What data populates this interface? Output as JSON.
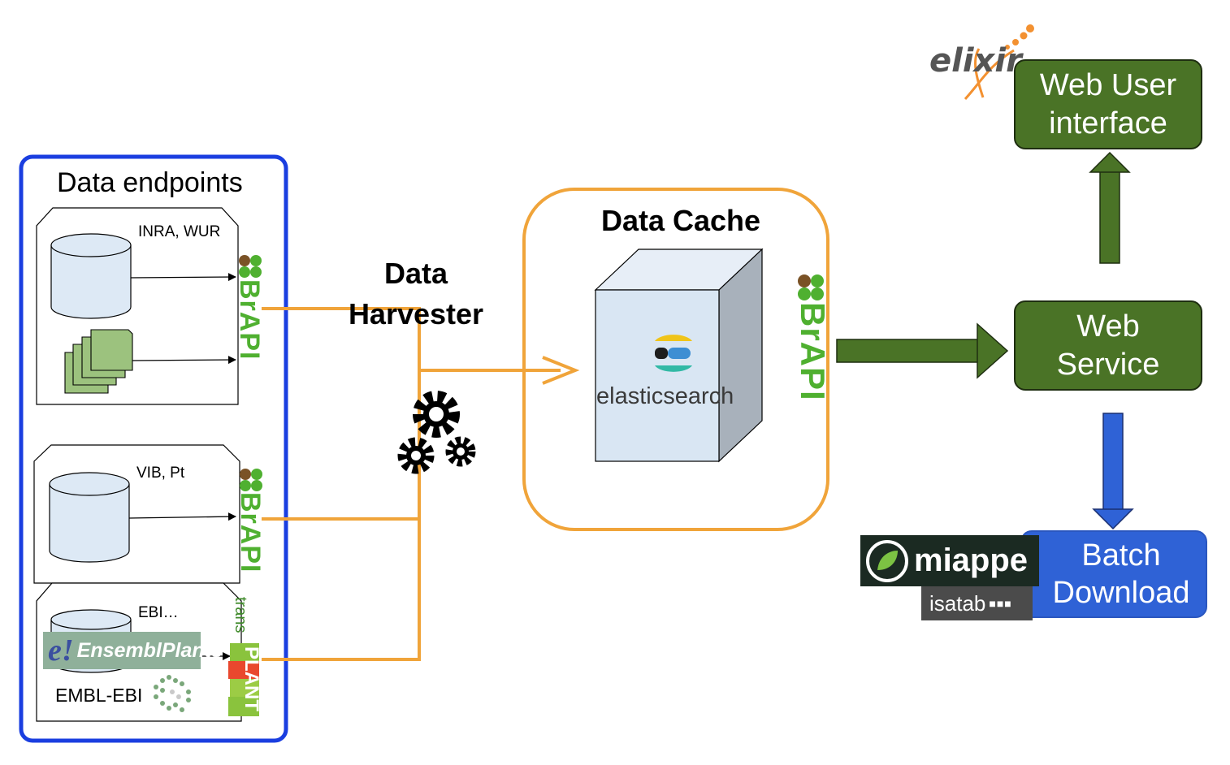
{
  "endpoints": {
    "title": "Data endpoints",
    "group1_label": "INRA, WUR",
    "group2_label": "VIB, Pt",
    "group3_label": "EBI…",
    "ensembl_logo_text": "EnsemblPlants",
    "embl_label": "EMBL-EBI",
    "transplant_prefix": "trans",
    "transplant_logo_text": "PLANT"
  },
  "brapi_label": "BrAPI",
  "harvester": {
    "title_line1": "Data",
    "title_line2": "Harvester"
  },
  "cache": {
    "title": "Data Cache",
    "engine_label": "elasticsearch"
  },
  "web_service": {
    "line1": "Web",
    "line2": "Service"
  },
  "web_ui": {
    "line1": "Web User",
    "line2": "interface"
  },
  "batch": {
    "line1": "Batch",
    "line2": "Download"
  },
  "logos": {
    "elixir": "elixir",
    "miappe": "miappe",
    "isatab": "isatab"
  },
  "colors": {
    "endpoints_border": "#1a3ee0",
    "cache_border": "#f0a43a",
    "harvester_lines": "#f0a43a",
    "service_green": "#4a7326",
    "batch_blue": "#2f62d6",
    "brapi_green": "#4fb030"
  }
}
